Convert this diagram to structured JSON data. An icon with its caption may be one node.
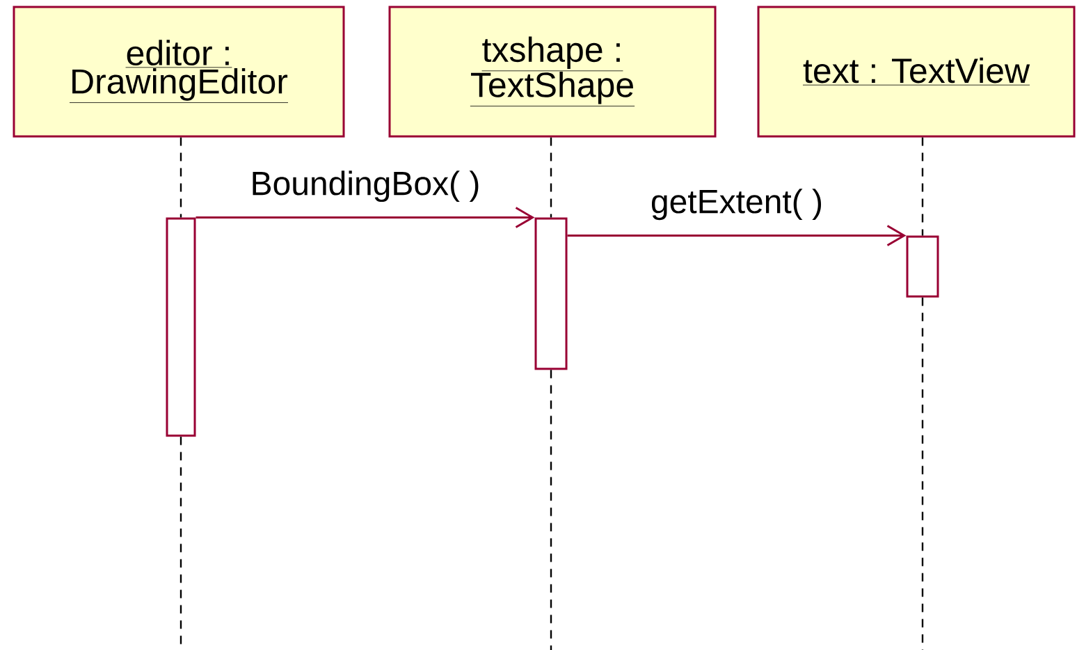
{
  "diagram": {
    "nodes": [
      {
        "text": [
          "editor : DrawingEditor"
        ]
      },
      {
        "text": [
          "txshape : TextShape"
        ]
      },
      {
        "text": [
          "text : TextView"
        ]
      },
      {
        "text": [],
        "shape": "bar"
      },
      {
        "text": [],
        "shape": "bar"
      },
      {
        "text": [],
        "shape": "bar"
      }
    ],
    "edges": [
      {
        "from": 3,
        "to": 4,
        "arrow": "to",
        "label": "BoundingBox( )",
        "color": "#990033"
      },
      {
        "from": 4,
        "to": 5,
        "arrow": "to",
        "label": "getExtent( )",
        "color": "#990033"
      },
      {
        "from": 0,
        "to": 3,
        "arrow": "none",
        "style": "dashed"
      },
      {
        "from": 1,
        "to": 4,
        "arrow": "none",
        "style": "dashed"
      },
      {
        "from": 2,
        "to": 5,
        "arrow": "none",
        "style": "dashed"
      },
      {
        "from": 3,
        "to": null,
        "arrow": "none",
        "style": "dashed"
      },
      {
        "from": 4,
        "to": null,
        "arrow": "none",
        "style": "dashed"
      },
      {
        "from": 5,
        "to": null,
        "arrow": "none",
        "style": "dashed"
      }
    ]
  }
}
